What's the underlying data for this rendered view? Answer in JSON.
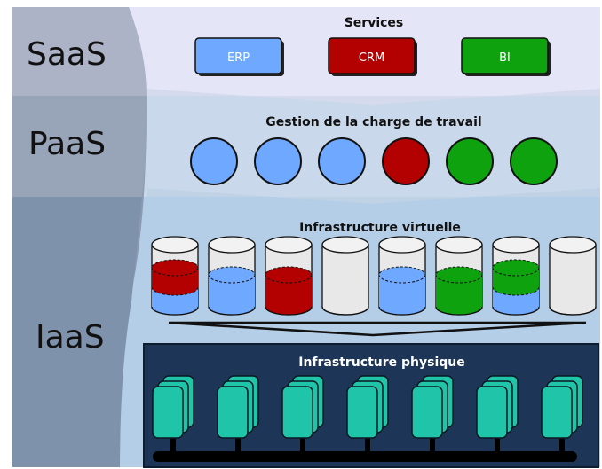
{
  "layers": {
    "saas": {
      "label": "SaaS"
    },
    "paas": {
      "label": "PaaS"
    },
    "iaas": {
      "label": "IaaS"
    }
  },
  "services": {
    "title": "Services",
    "items": [
      {
        "label": "ERP",
        "color": "#6fa8ff"
      },
      {
        "label": "CRM",
        "color": "#b30000"
      },
      {
        "label": "BI",
        "color": "#0ea30e"
      }
    ]
  },
  "workload": {
    "title": "Gestion de la charge de travail",
    "circles": [
      "#6fa8ff",
      "#6fa8ff",
      "#6fa8ff",
      "#b30000",
      "#0ea30e",
      "#0ea30e"
    ]
  },
  "virtual": {
    "title": "Infrastructure virtuelle",
    "cylinders": [
      {
        "segments": [
          "#6fa8ff",
          "#b30000"
        ]
      },
      {
        "segments": [
          "#6fa8ff"
        ]
      },
      {
        "segments": [
          "#b30000"
        ]
      },
      {
        "segments": []
      },
      {
        "segments": [
          "#6fa8ff"
        ]
      },
      {
        "segments": [
          "#0ea30e"
        ]
      },
      {
        "segments": [
          "#6fa8ff",
          "#0ea30e"
        ]
      },
      {
        "segments": []
      }
    ]
  },
  "physical": {
    "title": "Infrastructure physique",
    "server_count": 7
  },
  "colors": {
    "blue": "#6fa8ff",
    "red": "#b30000",
    "green": "#0ea30e",
    "server": "#20c4a8",
    "physical_bg": "#1d3557"
  }
}
